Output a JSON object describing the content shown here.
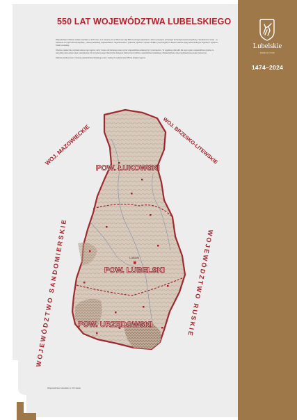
{
  "poster": {
    "title": "550 LAT WOJEWÓDZTWA LUBELSKIEGO",
    "intro_paragraph_1": "Województwo lubelskie zostało powołane w 1474 roku, a to oznacza, że w 2024 roku mija 550 lat od tego wydarzenia. Jest to już jedyne pół tysiąca lat funkcjonowania wspólnoty mieszkańców naszej – w założeniu od części Rzeczpospolitej – dawnej lubelskiej, województwem, departamentem, gubernią, zgodnie z opisem działań i poszczególnymi datami ostatnie etapy administracyjne: Zgodnie z regionem Polski Lubelskiej.",
    "intro_paragraph_2": "Obecnie ostatecznie uzyskało status tego regionu, który zmiana do bieżącego stanu przez województwa ustalonej był z pominięciem. To wyjątkowy dla ludzi dla tego regionu województwa zgodne ze wszystkimi elementami jego mieszkańców. Do uczynienia tego historyczne dostępne historycznym ludziom województwa lubelskiego i Województwem dla przedstawienia pamięci stworzone.",
    "intro_footnote": "Wydanie jubileuszowe z historią województwa lubelskiego oraz z ważnymi wydarzeniami 550 lat dziejów regionu.",
    "caption": "Województwo lubelskie w XVI wieku"
  },
  "map": {
    "neighbors": {
      "mazowieckie": "WOJ. MAZOWIECKIE",
      "brzeskie": "WOJ. BRZESKO-LITEWSKIE",
      "sandomierskie": "WOJEWÓDZTWO SANDOMIERSKIE",
      "ruskie": "WOJEWÓDZTWO RUSKIE"
    },
    "counties": {
      "lukowski": "POW. ŁUKOWSKI",
      "lubelski": "POW. LUBELSKI",
      "urzedowski": "POW. URZĘDOWSKI"
    },
    "city": "LUBLIN"
  },
  "sidebar": {
    "brand": "Lubelskie",
    "tagline": "SMAKUJ ŻYCIE!",
    "years": "1474–2024"
  },
  "colors": {
    "accent_red": "#b3212b",
    "sidebar_brown": "#9e7848",
    "poster_bg": "#eeeded",
    "region_fill": "#d9cbbd",
    "border_red": "#9c2a2e"
  }
}
